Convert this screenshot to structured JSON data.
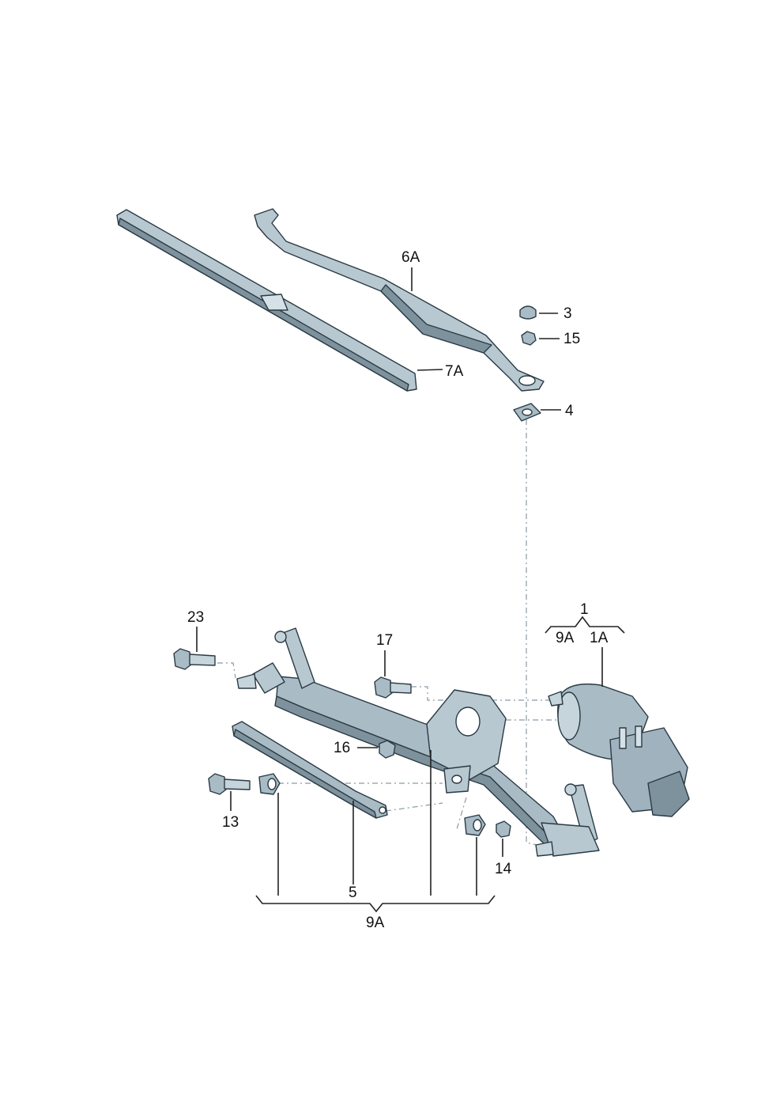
{
  "colors": {
    "part_fill": "#a9bcc6",
    "part_light": "#d5e1e7",
    "part_dark": "#6f8490",
    "outline": "#2a3a44",
    "dash_line": "#8a9aa4"
  },
  "labels": {
    "l6a": "6A",
    "l7a": "7A",
    "l3": "3",
    "l15": "15",
    "l4": "4",
    "l1": "1",
    "l9a_top": "9A",
    "l1a": "1A",
    "l23": "23",
    "l17": "17",
    "l16": "16",
    "l13": "13",
    "l5": "5",
    "l14": "14",
    "l9a_bottom": "9A"
  }
}
